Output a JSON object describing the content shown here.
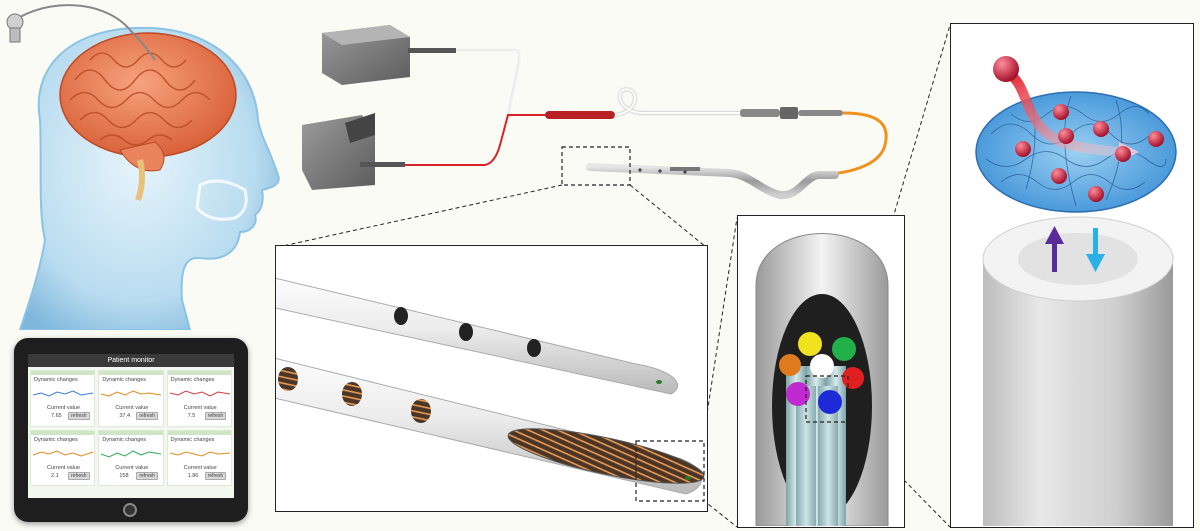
{
  "monitor": {
    "title": "Patient monitor",
    "tiles": [
      {
        "label": "Dynamic changes",
        "current_label": "Current value",
        "value": "7.65",
        "button": "refresh",
        "color": "#3a7bd5"
      },
      {
        "label": "Dynamic changes",
        "current_label": "Current value",
        "value": "37.4",
        "button": "refresh",
        "color": "#e08a1e"
      },
      {
        "label": "Dynamic changes",
        "current_label": "Current value",
        "value": "7.5",
        "button": "refresh",
        "color": "#d33a3a"
      },
      {
        "label": "Dynamic changes",
        "current_label": "Current value",
        "value": "2.1",
        "button": "refresh",
        "color": "#e08a1e"
      },
      {
        "label": "Dynamic changes",
        "current_label": "Current value",
        "value": "158",
        "button": "refresh",
        "color": "#2eaa5a"
      },
      {
        "label": "Dynamic changes",
        "current_label": "Current value",
        "value": "1.86",
        "button": "refresh",
        "color": "#e08a1e"
      }
    ]
  },
  "colors": {
    "brain": "#f08a5d",
    "head_glow": "#9fd0f0",
    "laser_fiber": "#d8232a",
    "orange_fiber": "#f0921e",
    "hydrogel": "#5aa6e0",
    "molecule": "#c8213b",
    "arrow_up": "#5a2a9a",
    "arrow_down": "#2ab0e8"
  },
  "fiber_core_colors": [
    "#f0e21e",
    "#22b04a",
    "#e07a1e",
    "#ffffff",
    "#e02020",
    "#c02ad0",
    "#1e2ad8"
  ]
}
